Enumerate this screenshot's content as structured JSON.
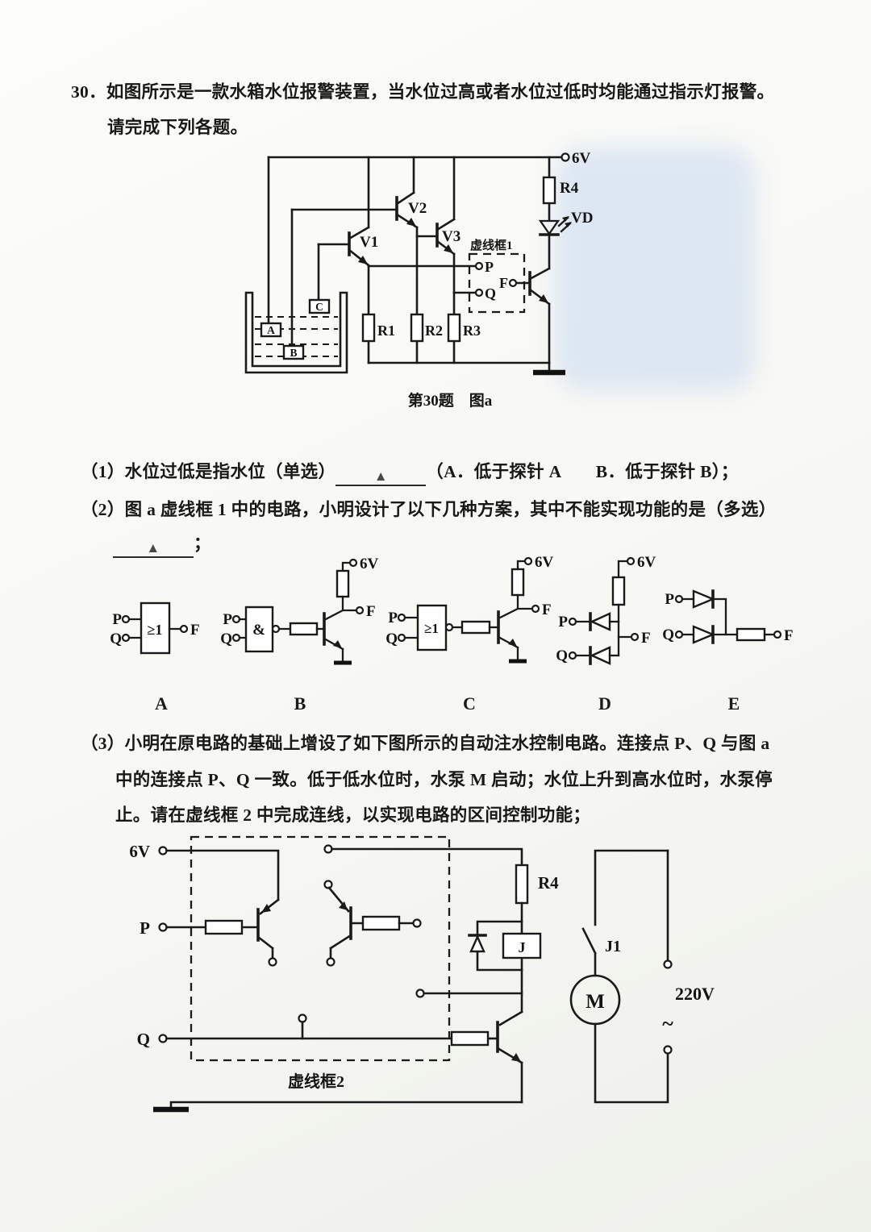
{
  "question": {
    "number": "30．",
    "text": "如图所示是一款水箱水位报警装置，当水位过高或者水位过低时均能通过指示灯报警。",
    "text2": "请完成下列各题。"
  },
  "figure_a": {
    "caption": "第30题　图a",
    "supply": "6V",
    "r1": "R1",
    "r2": "R2",
    "r3": "R3",
    "r4": "R4",
    "v1": "V1",
    "v2": "V2",
    "v3": "V3",
    "vd": "VD",
    "box": "虚线框1",
    "p": "P",
    "q": "Q",
    "f": "F",
    "probe_a": "A",
    "probe_b": "B",
    "probe_c": "C"
  },
  "part1": {
    "label": "（1）水位过低是指水位（单选）",
    "blank": "▲",
    "choices": "（A．低于探针 A　　B．低于探针 B）；"
  },
  "part2": {
    "label": "（2）图 a 虚线框 1 中的电路，小明设计了以下几种方案，其中不能实现功能的是（多选）",
    "blank": "▲",
    "tail": "；"
  },
  "options": {
    "letters": [
      "A",
      "B",
      "C",
      "D",
      "E"
    ],
    "a": {
      "p": "P",
      "q": "Q",
      "gate": "≥1",
      "f": "F"
    },
    "b": {
      "p": "P",
      "q": "Q",
      "gate": "&",
      "supply": "6V",
      "f": "F"
    },
    "c": {
      "p": "P",
      "q": "Q",
      "gate": "≥1",
      "supply": "6V",
      "f": "F"
    },
    "d": {
      "p": "P",
      "q": "Q",
      "supply": "6V",
      "f": "F"
    },
    "e": {
      "p": "P",
      "q": "Q",
      "f": "F"
    }
  },
  "part3": {
    "line1": "（3）小明在原电路的基础上增设了如下图所示的自动注水控制电路。连接点 P、Q 与图 a",
    "line2": "中的连接点 P、Q 一致。低于低水位时，水泵 M 启动；水位上升到高水位时，水泵停",
    "line3": "止。请在虚线框 2 中完成连线，以实现电路的区间控制功能；"
  },
  "figure_b": {
    "supply": "6V",
    "p": "P",
    "q": "Q",
    "r4": "R4",
    "relay": "J",
    "relay_switch": "J1",
    "motor": "M",
    "mains": "220V",
    "ac": "~",
    "box": "虚线框2"
  }
}
